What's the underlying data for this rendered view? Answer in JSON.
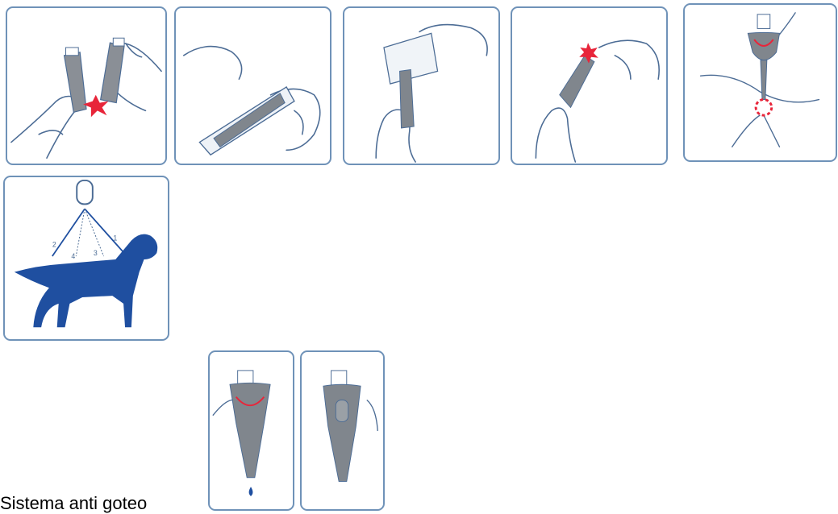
{
  "caption": "Sistema anti goteo",
  "colors": {
    "frame": "#6f92b8",
    "line": "#4c6c95",
    "pipette": "#7a7f86",
    "accent_red": "#e8253a",
    "dog_blue": "#1f4fa0"
  },
  "steps": [
    {
      "icon": "snap-pipettes-icon"
    },
    {
      "icon": "open-blister-icon"
    },
    {
      "icon": "remove-pipette-icon"
    },
    {
      "icon": "break-tip-icon"
    },
    {
      "icon": "apply-to-skin-icon"
    },
    {
      "icon": "dog-application-points-icon",
      "markers": [
        "1",
        "2",
        "3",
        "4"
      ]
    },
    {
      "icon": "pipette-dripping-icon"
    },
    {
      "icon": "pipette-closed-icon"
    }
  ]
}
